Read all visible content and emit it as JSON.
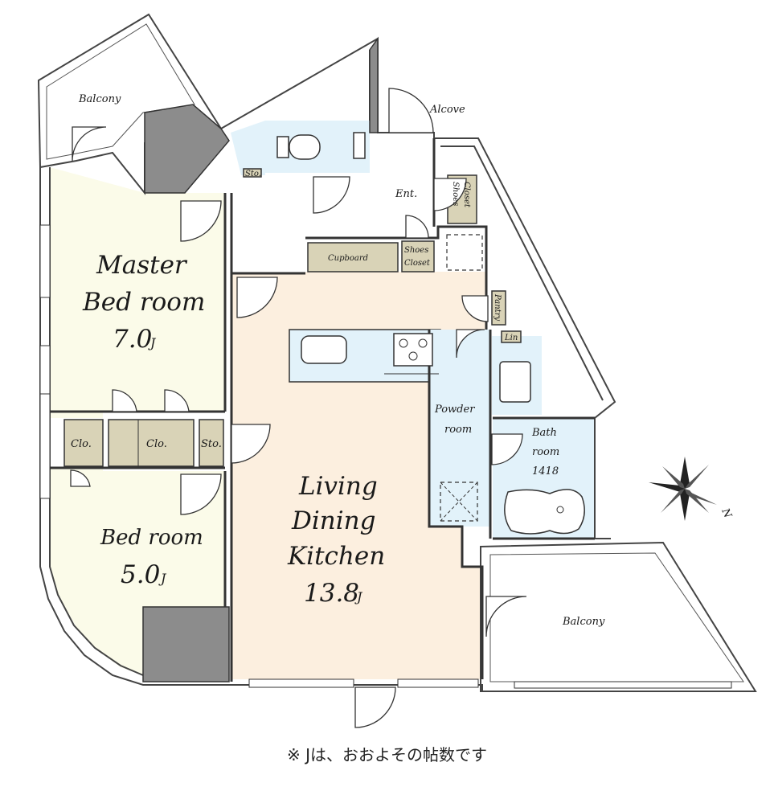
{
  "rooms": {
    "master_bed": {
      "line1": "Master",
      "line2": "Bed room",
      "size": "7.0",
      "unit": "J"
    },
    "bed": {
      "line1": "Bed room",
      "size": "5.0",
      "unit": "J"
    },
    "ldk": {
      "line1": "Living",
      "line2": "Dining",
      "line3": "Kitchen",
      "size": "13.8",
      "unit": "J"
    },
    "powder": {
      "line1": "Powder",
      "line2": "room"
    },
    "bath": {
      "line1": "Bath",
      "line2": "room",
      "line3": "1418"
    }
  },
  "labels": {
    "balcony_top": "Balcony",
    "balcony_right": "Balcony",
    "alcove": "Alcove",
    "ent": "Ent.",
    "shoes_closet_a": {
      "line1": "Shoes",
      "line2": "Closet"
    },
    "shoes_closet_b": {
      "line1": "Shoes",
      "line2": "Closet"
    },
    "cupboard": "Cupboard",
    "pantry": "Pantry",
    "lin": "Lin",
    "clo_1": "Clo.",
    "clo_2": "Clo.",
    "sto_1": "Sto.",
    "sto_2": "Sto."
  },
  "compass": {
    "north": "N"
  },
  "colors": {
    "bedroom_fill": "#fbfbe9",
    "ldk_fill": "#fcefdf",
    "wet_fill": "#e2f2fa",
    "closet_fill": "#d9d3b7",
    "wall_fill": "#8c8c8c"
  },
  "note": "※ Jは、おおよその帖数です"
}
